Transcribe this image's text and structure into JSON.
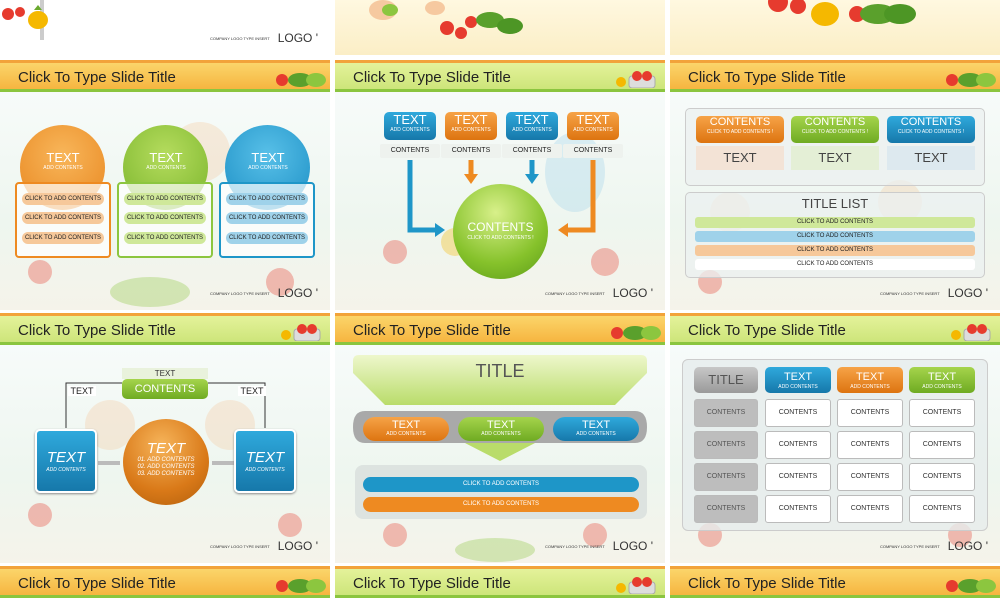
{
  "slide_title": "Click To Type Slide Title",
  "logo_text": "LOGO",
  "logo_small": "COMPANY LOGO TYPE INSERT",
  "text": "TEXT",
  "add_contents": "ADD CONTENTS",
  "click_add": "CLICK TO ADD CONTENTS",
  "click_add_ex": "CLICK TO ADD CONTENTS !",
  "contents_upper": "CONTENTS",
  "contents_lower": "CONTENTS",
  "title": "TITLE",
  "title_list": "TITLE LIST",
  "list_items": [
    "01. ADD CONTENTS",
    "02. ADD CONTENTS",
    "03. ADD CONTENTS"
  ],
  "colors": {
    "orange": "#ee8a21",
    "green": "#8cc63f",
    "blue": "#1e96c8",
    "grey": "#9a9a9a"
  }
}
